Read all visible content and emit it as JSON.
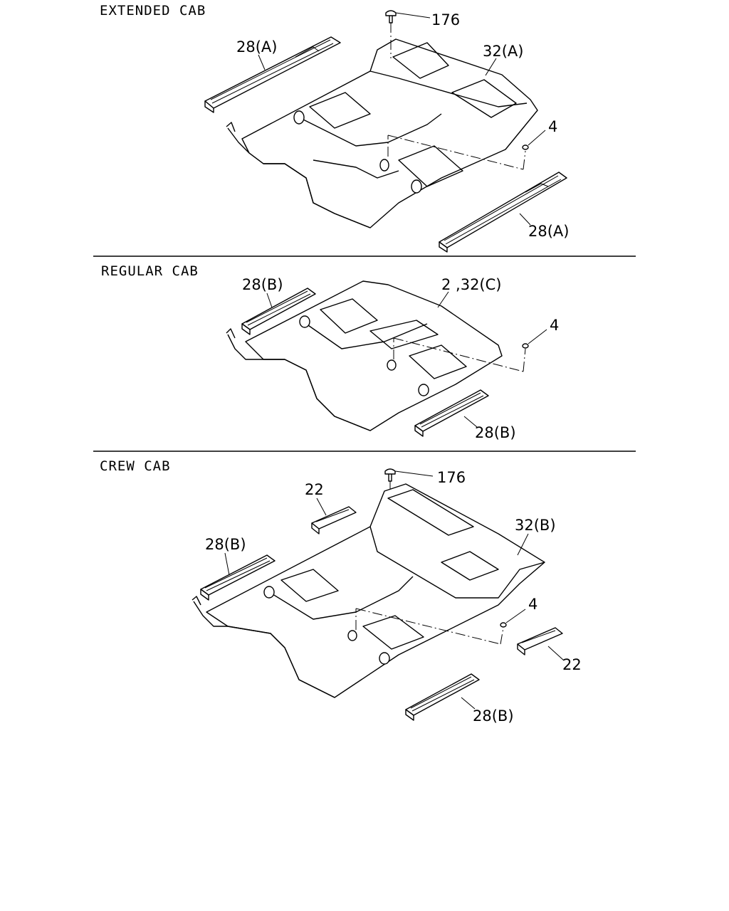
{
  "sections": [
    {
      "header": "EXTENDED CAB",
      "callouts": {
        "clip": "176",
        "carpet": "32(A)",
        "sill_left": "28(A)",
        "sill_right": "28(A)",
        "fastener": "4"
      }
    },
    {
      "header": "REGULAR CAB",
      "callouts": {
        "carpet": "2 ,32(C)",
        "sill_left": "28(B)",
        "sill_right": "28(B)",
        "fastener": "4"
      }
    },
    {
      "header": "CREW CAB",
      "callouts": {
        "clip": "176",
        "carpet": "32(B)",
        "sill_left": "28(B)",
        "sill_right": "28(B)",
        "fastener": "4",
        "rear_sill_left": "22",
        "rear_sill_right": "22"
      }
    }
  ]
}
